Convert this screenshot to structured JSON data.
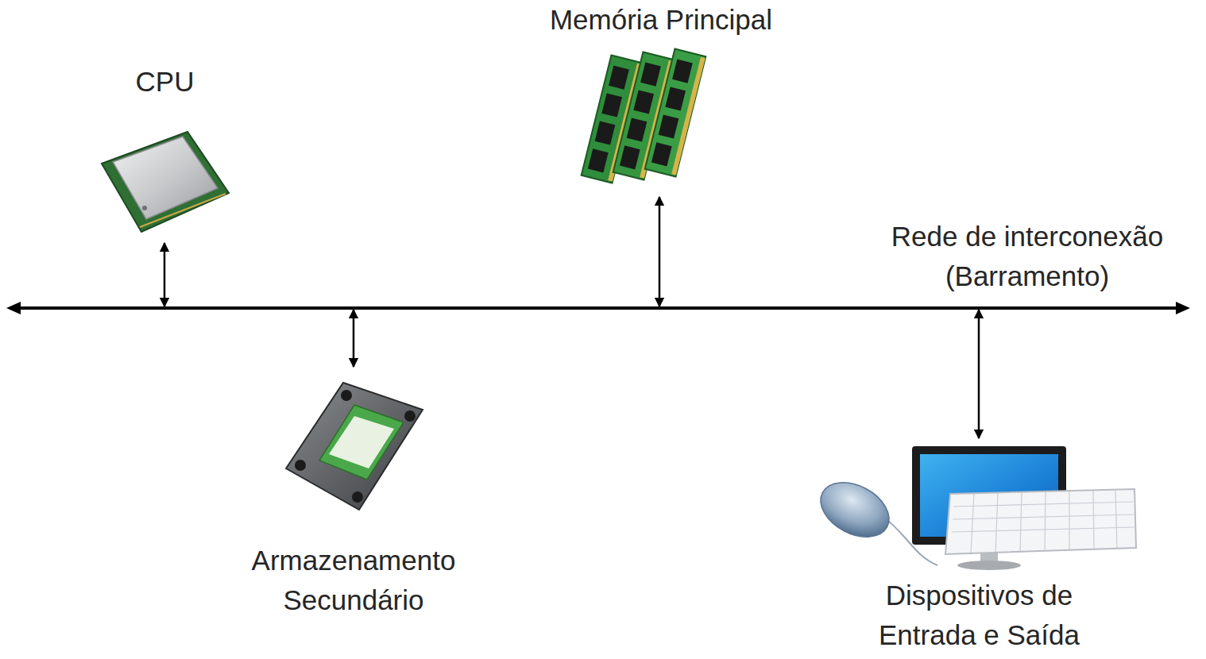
{
  "diagram": {
    "nodes": [
      {
        "text": [
          "CPU"
        ]
      },
      {
        "text": [
          "Memória Principal"
        ]
      },
      {
        "text": [
          "Rede de interconexão (Barramento)"
        ]
      },
      {
        "text": [
          "Armazenamento Secundário"
        ]
      },
      {
        "text": [
          "Dispositivos de Entrada e Saída"
        ]
      }
    ],
    "edges": [
      {
        "from": 0,
        "to": 2,
        "arrow": "both"
      },
      {
        "from": 1,
        "to": 2,
        "arrow": "both"
      },
      {
        "from": 3,
        "to": 2,
        "arrow": "both"
      },
      {
        "from": 4,
        "to": 2,
        "arrow": "both"
      }
    ]
  }
}
